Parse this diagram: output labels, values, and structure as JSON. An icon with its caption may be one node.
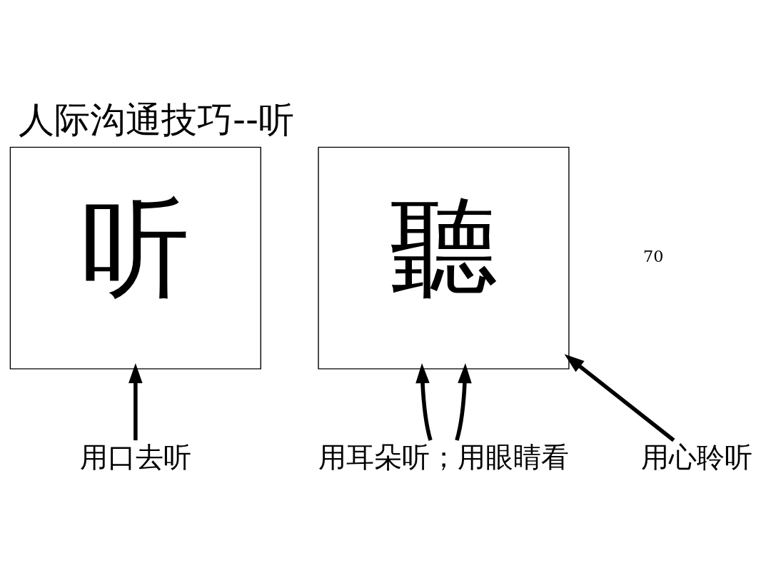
{
  "diagram": {
    "title": "人际沟通技巧--听",
    "nodes": [
      {
        "text": [
          "听"
        ]
      },
      {
        "text": [
          "聽"
        ]
      },
      {
        "text": [
          "用口去听"
        ]
      },
      {
        "text": [
          "用耳朵听；用眼睛看"
        ]
      },
      {
        "text": [
          "用心聆听"
        ]
      }
    ],
    "edges": [
      {
        "from": 2,
        "to": 0,
        "arrow": "to"
      },
      {
        "from": 3,
        "to": 1,
        "arrow": "to"
      },
      {
        "from": 3,
        "to": 1,
        "arrow": "to"
      },
      {
        "from": 4,
        "to": 1,
        "arrow": "to"
      }
    ],
    "labels": [
      "70"
    ]
  }
}
